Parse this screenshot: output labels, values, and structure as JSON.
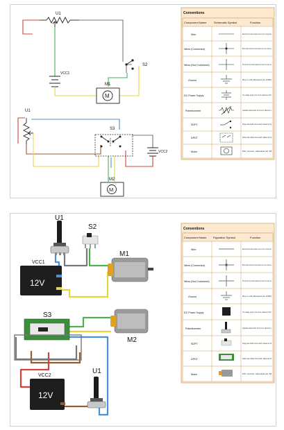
{
  "schematic": {
    "labels": {
      "u1_top": "U1",
      "s2": "S2",
      "vcc1": "VCC1",
      "m1": "M1",
      "u1_mid": "U1",
      "s3": "S3",
      "vcc2": "VCC2",
      "m2": "M2"
    }
  },
  "figurative": {
    "labels": {
      "u1_top": "U1",
      "s2": "S2",
      "m1": "M1",
      "vcc1": "VCC1",
      "battery1": "12V",
      "s3": "S3",
      "m2": "M2",
      "u1_bottom": "U1",
      "vcc2": "VCC2",
      "battery2": "12V"
    }
  },
  "conventions_top": {
    "title": "Conventions",
    "headers": [
      "Component Name",
      "Schematic Symbol",
      "Function"
    ],
    "rows": [
      {
        "name": "Wire",
        "function": "Electrical connection between two or more components"
      },
      {
        "name": "Wires (Connected)",
        "function": "Branch instance electrical connection between two or more components"
      },
      {
        "name": "Wires (Not Connected)",
        "function": "When Two wires in a schematic diagram do not connect, they cross over"
      },
      {
        "name": "Ground",
        "function": "Zero volt labeled as GND"
      },
      {
        "name": "DC Power Supply",
        "function": "The voltage supply in the circuit, labeled as VCC"
      },
      {
        "name": "Potentiometer",
        "function": "Adjustable voltage divider for the circuit, labeled as U"
      },
      {
        "name": "SDPT",
        "function": "Single pole double throw switch, labeled as S2"
      },
      {
        "name": "DPDT",
        "function": "Double pole double throw switch, labeled as S3"
      },
      {
        "name": "Motor",
        "function": "DC motor, labeled as M"
      }
    ]
  },
  "conventions_bottom": {
    "title": "Conventions",
    "headers": [
      "Component Name",
      "Figurative Symbol",
      "Function"
    ],
    "rows": [
      {
        "name": "Wire",
        "function": "Electrical connection between two or more components"
      },
      {
        "name": "Wires (Connected)",
        "function": "Branch instance electrical connection between two or more components"
      },
      {
        "name": "Wires (Not Connected)",
        "function": "When Two wires in a schematic diagram do not connect, they cross over"
      },
      {
        "name": "Ground",
        "function": "Zero volt labeled as GND"
      },
      {
        "name": "DC Power Supply",
        "function": "The voltage supply in the circuit, labeled as VCC"
      },
      {
        "name": "Potentiometer",
        "function": "Adjustable voltage divider for the circuit, labeled as U"
      },
      {
        "name": "SDPT",
        "function": "Single pole double throw switch, labeled as S2"
      },
      {
        "name": "DPDT",
        "function": "Double pole double throw switch, labeled as S3"
      },
      {
        "name": "Motor",
        "function": "DC motor, labeled as M"
      }
    ]
  },
  "colors": {
    "wire_red": "#d6403a",
    "wire_green": "#4caf50",
    "wire_blue": "#4a90d9",
    "wire_yellow": "#e3d63a",
    "wire_brown": "#9a5a2a",
    "wire_gray": "#777777",
    "table_bg": "#fde9cf",
    "table_border": "#c89a5a"
  }
}
